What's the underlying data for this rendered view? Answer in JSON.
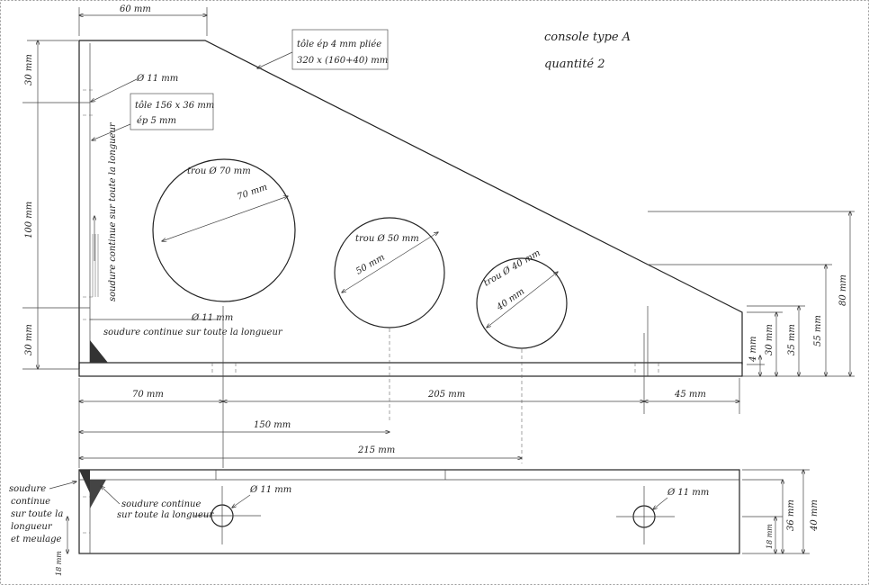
{
  "title": {
    "line1": "console type A",
    "line2": "quantité 2"
  },
  "notes": {
    "plate_4mm": {
      "line1": "tôle ép 4 mm pliée",
      "line2": "320 x (160+40) mm"
    },
    "plate_5mm": {
      "line1": "tôle 156 x 36 mm",
      "line2": "ép 5 mm"
    },
    "hole_top": "Ø 11 mm",
    "hole_mid": "Ø 11 mm",
    "weld_vertical": "soudure continue sur toute la longueur",
    "weld_corner": "soudure continue sur toute la longueur",
    "weld_bottom_left": [
      "soudure",
      "continue",
      "sur toute la",
      "longueur",
      "et meulage"
    ],
    "weld_bottom_right": {
      "line1": "soudure continue",
      "line2": "sur toute la longueur"
    },
    "hole_bottom_1": "Ø 11 mm",
    "hole_bottom_2": "Ø 11 mm"
  },
  "holes": [
    {
      "label": "trou Ø 70 mm",
      "dim": "70 mm"
    },
    {
      "label": "trou Ø 50 mm",
      "dim": "50 mm"
    },
    {
      "label": "trou Ø 40 mm",
      "dim": "40 mm"
    }
  ],
  "dimensions": {
    "top_width": "60 mm",
    "left": [
      "30 mm",
      "100 mm",
      "30 mm"
    ],
    "right": [
      "4 mm",
      "30 mm",
      "35 mm",
      "55 mm",
      "80 mm"
    ],
    "bottom_row1": [
      "70 mm",
      "205 mm",
      "45 mm"
    ],
    "bottom_row2": "150 mm",
    "bottom_row3": "215 mm",
    "bottom_view_right": [
      "18 mm",
      "36 mm",
      "40 mm"
    ],
    "bottom_view_left": "18 mm"
  }
}
